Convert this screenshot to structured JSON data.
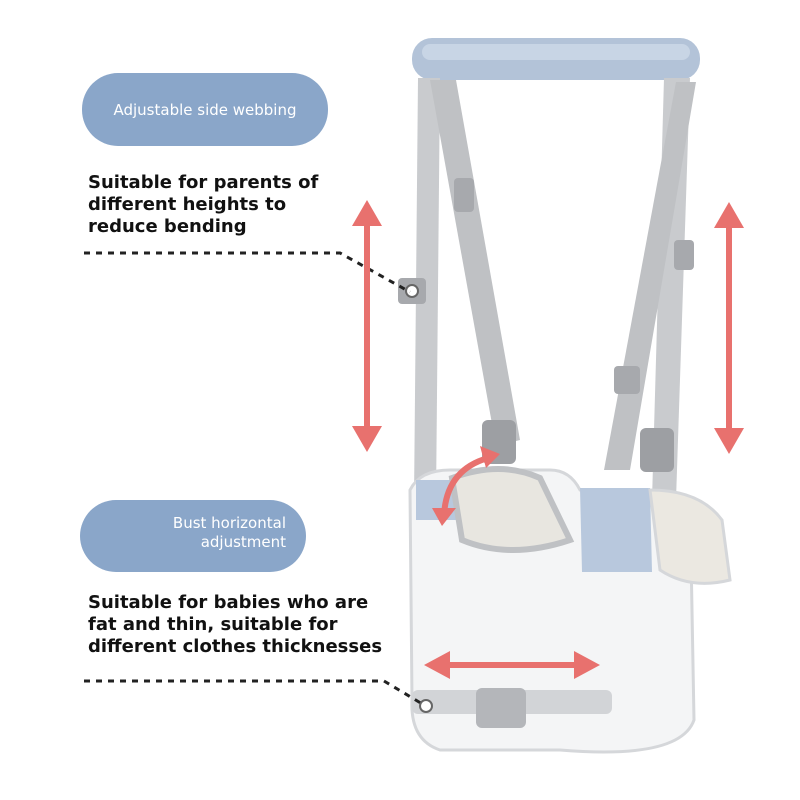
{
  "callouts": [
    {
      "pill_lines": [
        "Adjustable side webbing"
      ],
      "description_lines": [
        "Suitable for parents of",
        "different heights to",
        "reduce bending"
      ]
    },
    {
      "pill_lines": [
        "Bust horizontal",
        "adjustment"
      ],
      "description_lines": [
        "Suitable for babies who are",
        "fat and thin, suitable for",
        "different clothes thicknesses"
      ]
    }
  ],
  "colors": {
    "pill": "#8aa6c9",
    "arrow": "#e8716e",
    "strap": "#c9cbce",
    "handle": "#b3c3d8",
    "mesh": "#f4f5f6"
  },
  "icons": [
    "vertical-double-arrow-icon",
    "horizontal-double-arrow-icon",
    "curved-double-arrow-icon"
  ]
}
